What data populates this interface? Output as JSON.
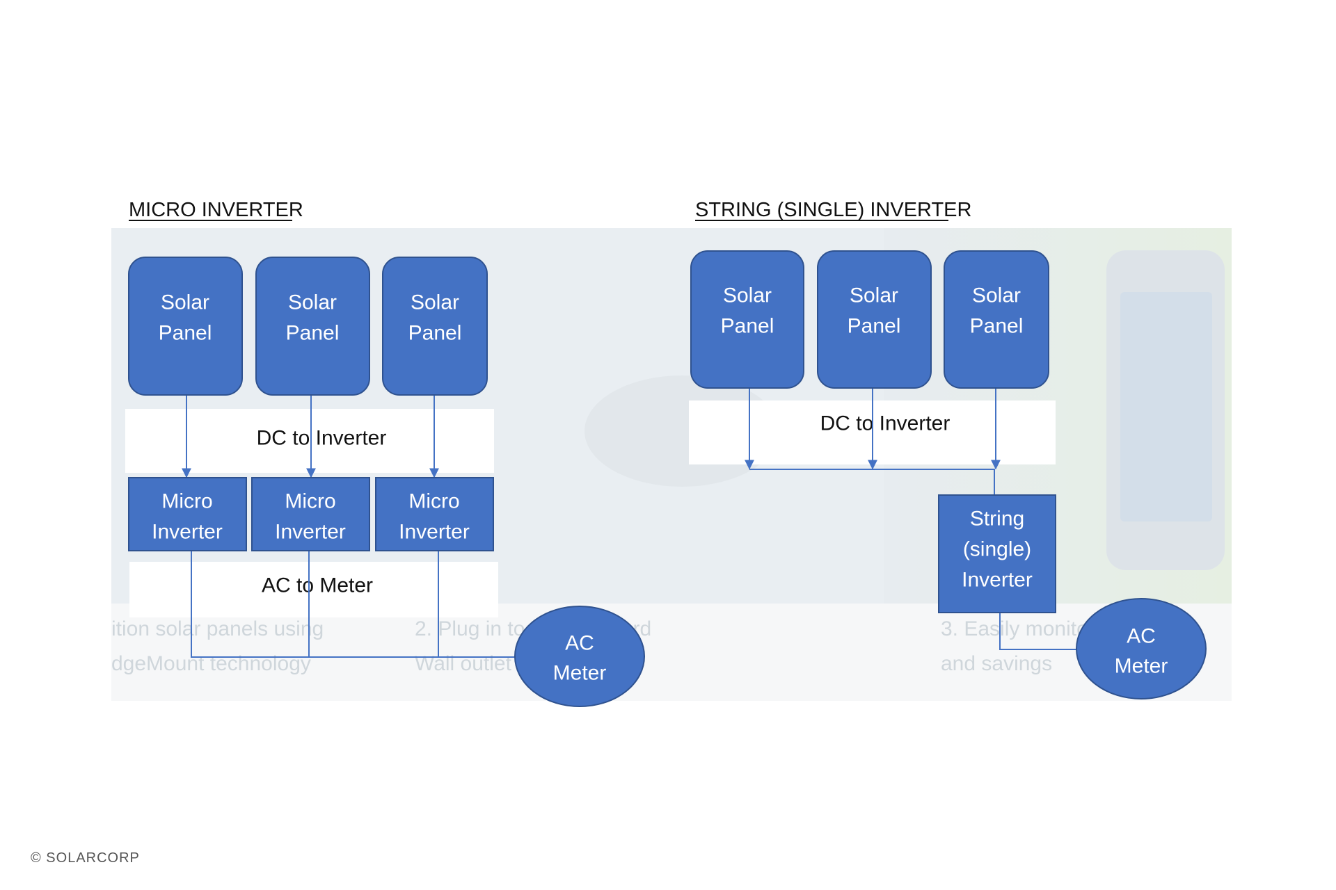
{
  "colors": {
    "node_fill": "#4472C4",
    "node_stroke": "#2F528F",
    "connector": "#4472C4",
    "band": "#ffffff",
    "faded_bg": "#e9eef2"
  },
  "micro": {
    "title": "MICRO INVERTER",
    "panels": [
      {
        "lines": [
          "Solar",
          "Panel"
        ]
      },
      {
        "lines": [
          "Solar",
          "Panel"
        ]
      },
      {
        "lines": [
          "Solar",
          "Panel"
        ]
      }
    ],
    "dc_label": "DC to Inverter",
    "inverters": [
      {
        "lines": [
          "Micro",
          "Inverter"
        ]
      },
      {
        "lines": [
          "Micro",
          "Inverter"
        ]
      },
      {
        "lines": [
          "Micro",
          "Inverter"
        ]
      }
    ],
    "ac_label": "AC to Meter",
    "meter": {
      "lines": [
        "AC",
        "Meter"
      ]
    }
  },
  "string": {
    "title": "STRING (SINGLE) INVERTER",
    "panels": [
      {
        "lines": [
          "Solar",
          "Panel"
        ]
      },
      {
        "lines": [
          "Solar",
          "Panel"
        ]
      },
      {
        "lines": [
          "Solar",
          "Panel"
        ]
      }
    ],
    "dc_label": "DC to Inverter",
    "inverter": {
      "lines": [
        "String",
        "(single)",
        "Inverter"
      ]
    },
    "meter": {
      "lines": [
        "AC",
        "Meter"
      ]
    }
  },
  "background_text": [
    "ition solar panels using",
    "dgeMount technology",
    "2. Plug in to any standard",
    "Wall outlet",
    "3. Easily monitor production",
    "and savings"
  ],
  "copyright": "© SOLARCORP"
}
